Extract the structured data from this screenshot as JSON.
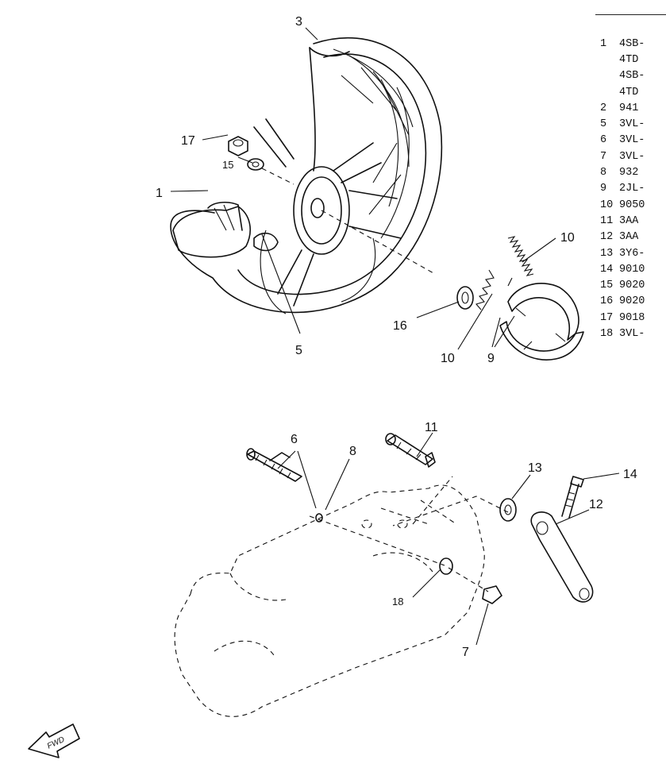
{
  "callouts": {
    "c1": "1",
    "c3": "3",
    "c5": "5",
    "c6": "6",
    "c7": "7",
    "c8": "8",
    "c9": "9",
    "c10a": "10",
    "c10b": "10",
    "c11": "11",
    "c12": "12",
    "c13": "13",
    "c14": "14",
    "c15": "15",
    "c16": "16",
    "c17": "17",
    "c18": "18"
  },
  "fwd_label": "FWD",
  "parts_list": [
    {
      "no": "1",
      "part": "4SB-"
    },
    {
      "no": "",
      "part": "4TD"
    },
    {
      "no": "",
      "part": "4SB-"
    },
    {
      "no": "",
      "part": "4TD"
    },
    {
      "no": "2",
      "part": "941"
    },
    {
      "no": "5",
      "part": "3VL-"
    },
    {
      "no": "6",
      "part": "3VL-"
    },
    {
      "no": "7",
      "part": "3VL-"
    },
    {
      "no": "8",
      "part": "932"
    },
    {
      "no": "9",
      "part": "2JL-"
    },
    {
      "no": "10",
      "part": "9050"
    },
    {
      "no": "11",
      "part": "3AA"
    },
    {
      "no": "12",
      "part": "3AA"
    },
    {
      "no": "13",
      "part": "3Y6-"
    },
    {
      "no": "14",
      "part": "9010"
    },
    {
      "no": "15",
      "part": "9020"
    },
    {
      "no": "16",
      "part": "9020"
    },
    {
      "no": "17",
      "part": "9018"
    },
    {
      "no": "18",
      "part": "3VL-"
    }
  ]
}
